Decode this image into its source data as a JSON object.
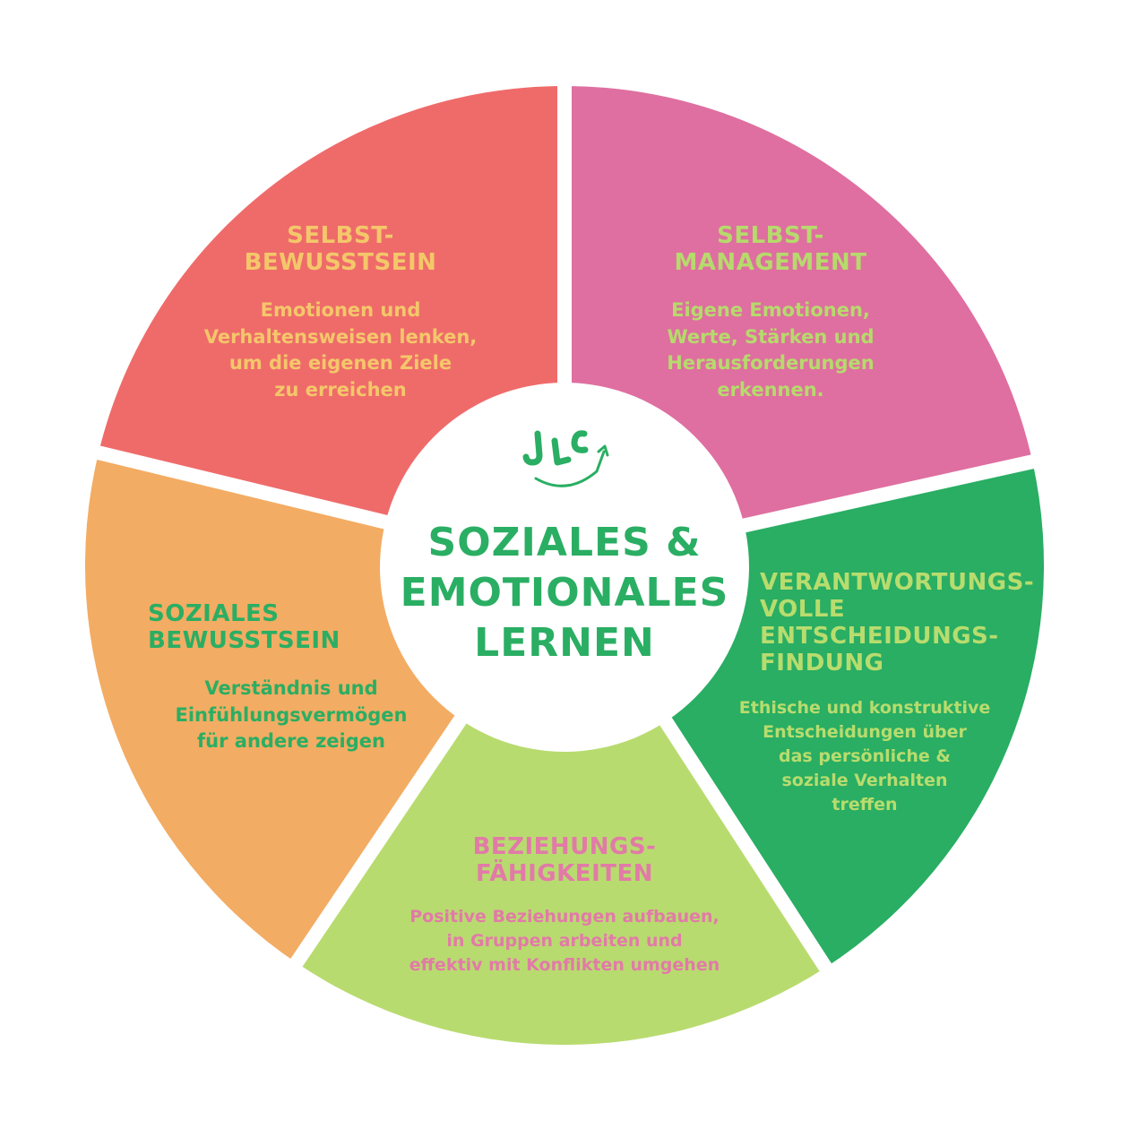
{
  "diagram": {
    "type": "segmented-wheel",
    "center": {
      "logo_text": "JLC",
      "logo_icon": "smile-arrow-logo",
      "title_lines": [
        "SOZIALES &",
        "EMOTIONALES",
        "LERNEN"
      ],
      "color": "#2aae63"
    },
    "segments": [
      {
        "id": "selbstbewusstsein",
        "position": "top-left",
        "fill": "#ef6b6a",
        "text_color": "#f4c76a",
        "title_lines": [
          "SELBST-",
          "BEWUSSTSEIN"
        ],
        "description_lines": [
          "Emotionen und",
          "Verhaltensweisen lenken,",
          "um die eigenen Ziele",
          "zu erreichen"
        ]
      },
      {
        "id": "selbstmanagement",
        "position": "top-right",
        "fill": "#df6fa0",
        "text_color": "#b6da6c",
        "title_lines": [
          "SELBST-",
          "MANAGEMENT"
        ],
        "description_lines": [
          "Eigene Emotionen,",
          "Werte, Stärken und",
          "Herausforderungen",
          "erkennen."
        ]
      },
      {
        "id": "verantwortungsvolle-entscheidungsfindung",
        "position": "right",
        "fill": "#29ae63",
        "text_color": "#b8dc6e",
        "title_lines": [
          "VERANTWORTUNGS-",
          "VOLLE",
          "ENTSCHEIDUNGS-",
          "FINDUNG"
        ],
        "description_lines": [
          "Ethische und konstruktive",
          "Entscheidungen über",
          "das persönliche &",
          "soziale Verhalten",
          "treffen"
        ]
      },
      {
        "id": "beziehungsfaehigkeiten",
        "position": "bottom",
        "fill": "#b8db6f",
        "text_color": "#e27aa8",
        "title_lines": [
          "BEZIEHUNGS-",
          "FÄHIGKEITEN"
        ],
        "description_lines": [
          "Positive Beziehungen aufbauen,",
          "in Gruppen arbeiten und",
          "effektiv mit Konflikten umgehen"
        ]
      },
      {
        "id": "soziales-bewusstsein",
        "position": "left",
        "fill": "#f3ac63",
        "text_color": "#2aae63",
        "title_lines": [
          "SOZIALES",
          "BEWUSSTSEIN"
        ],
        "description_lines": [
          "Verständnis und",
          "Einfühlungsvermögen",
          "für andere zeigen"
        ]
      }
    ]
  }
}
